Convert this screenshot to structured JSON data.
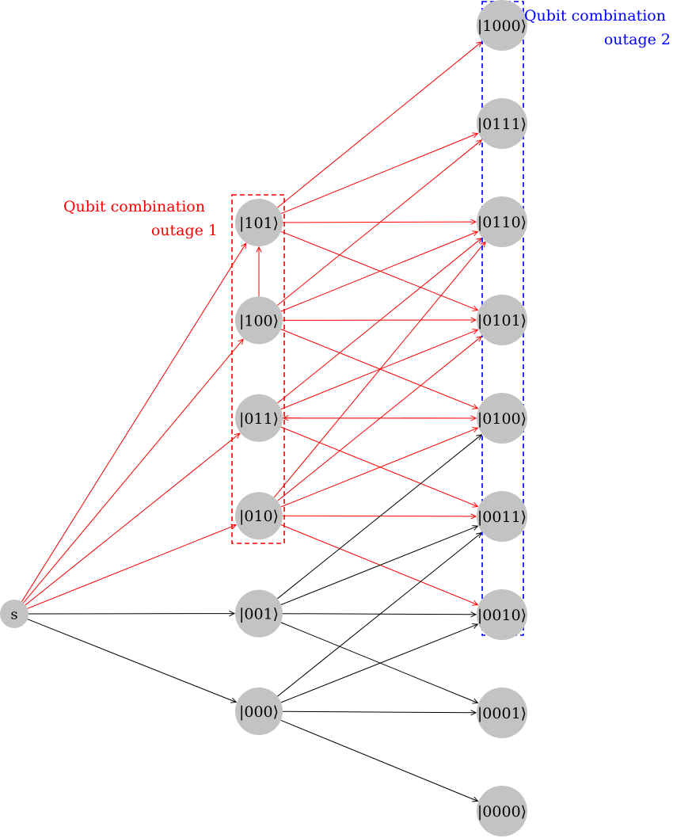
{
  "colors": {
    "node_fill": "#c3c3c3",
    "edge_black": "#000000",
    "edge_red": "#ff0000",
    "outage_1": "#ff0000",
    "outage_2": "#0000ff"
  },
  "source": {
    "id": "s",
    "label": "s"
  },
  "layer1": [
    {
      "id": "101",
      "label": "|101⟩"
    },
    {
      "id": "100",
      "label": "|100⟩"
    },
    {
      "id": "011",
      "label": "|011⟩"
    },
    {
      "id": "010",
      "label": "|010⟩"
    },
    {
      "id": "001",
      "label": "|001⟩"
    },
    {
      "id": "000",
      "label": "|000⟩"
    }
  ],
  "layer2": [
    {
      "id": "1000",
      "label": "|1000⟩"
    },
    {
      "id": "0111",
      "label": "|0111⟩"
    },
    {
      "id": "0110",
      "label": "|0110⟩"
    },
    {
      "id": "0101",
      "label": "|0101⟩"
    },
    {
      "id": "0100",
      "label": "|0100⟩"
    },
    {
      "id": "0011",
      "label": "|0011⟩"
    },
    {
      "id": "0010",
      "label": "|0010⟩"
    },
    {
      "id": "0001",
      "label": "|0001⟩"
    },
    {
      "id": "0000",
      "label": "|0000⟩"
    }
  ],
  "outage_1": {
    "line1": "Qubit combination",
    "line2": "outage 1"
  },
  "outage_2": {
    "line1": "Qubit combination",
    "line2": "outage 2"
  },
  "edges": [
    {
      "from": "s",
      "to": "101",
      "color": "red"
    },
    {
      "from": "s",
      "to": "100",
      "color": "red"
    },
    {
      "from": "s",
      "to": "011",
      "color": "red"
    },
    {
      "from": "s",
      "to": "010",
      "color": "red"
    },
    {
      "from": "s",
      "to": "001",
      "color": "black"
    },
    {
      "from": "s",
      "to": "000",
      "color": "black"
    },
    {
      "from": "101",
      "to": "1000",
      "color": "red"
    },
    {
      "from": "101",
      "to": "0111",
      "color": "red"
    },
    {
      "from": "101",
      "to": "0110",
      "color": "red"
    },
    {
      "from": "101",
      "to": "0101",
      "color": "red"
    },
    {
      "from": "100",
      "to": "0111",
      "color": "red"
    },
    {
      "from": "100",
      "to": "0110",
      "color": "red"
    },
    {
      "from": "100",
      "to": "0101",
      "color": "red"
    },
    {
      "from": "100",
      "to": "0100",
      "color": "red"
    },
    {
      "from": "100",
      "to": "101",
      "color": "red"
    },
    {
      "from": "011",
      "to": "0110",
      "color": "red"
    },
    {
      "from": "011",
      "to": "0101",
      "color": "red"
    },
    {
      "from": "011",
      "to": "0100",
      "color": "red"
    },
    {
      "from": "011",
      "to": "0011",
      "color": "red"
    },
    {
      "from": "0100",
      "to": "011",
      "color": "red"
    },
    {
      "from": "010",
      "to": "0110",
      "color": "red"
    },
    {
      "from": "010",
      "to": "0101",
      "color": "red"
    },
    {
      "from": "010",
      "to": "0100",
      "color": "red"
    },
    {
      "from": "010",
      "to": "0011",
      "color": "red"
    },
    {
      "from": "010",
      "to": "0010",
      "color": "red"
    },
    {
      "from": "001",
      "to": "0100",
      "color": "black"
    },
    {
      "from": "001",
      "to": "0011",
      "color": "black"
    },
    {
      "from": "001",
      "to": "0010",
      "color": "black"
    },
    {
      "from": "001",
      "to": "0001",
      "color": "black"
    },
    {
      "from": "000",
      "to": "0011",
      "color": "black"
    },
    {
      "from": "000",
      "to": "0010",
      "color": "black"
    },
    {
      "from": "000",
      "to": "0001",
      "color": "black"
    },
    {
      "from": "000",
      "to": "0000",
      "color": "black"
    }
  ]
}
